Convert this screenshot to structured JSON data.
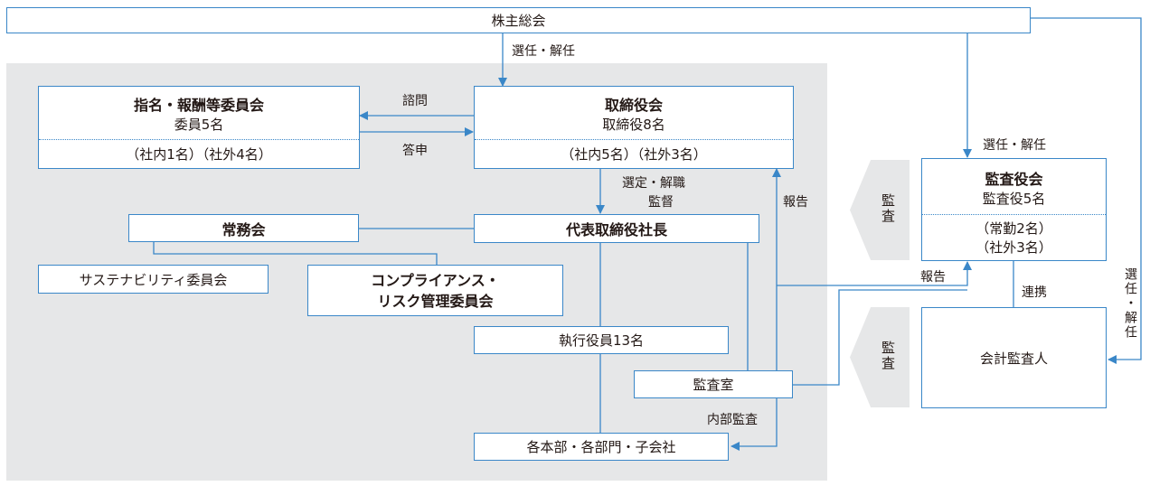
{
  "nodes": {
    "shareholders": "株主総会",
    "nomination_committee": {
      "title": "指名・報酬等委員会",
      "members": "委員5名",
      "breakdown": "（社内1名）（社外4名）"
    },
    "board": {
      "title": "取締役会",
      "members": "取締役8名",
      "breakdown": "（社内5名）（社外3名）"
    },
    "audit_board": {
      "title": "監査役会",
      "members": "監査役5名",
      "breakdown_1": "（常勤2名）",
      "breakdown_2": "（社外3名）"
    },
    "executive_council": "常務会",
    "president": "代表取締役社長",
    "sustainability_committee": "サステナビリティ委員会",
    "compliance_committee_1": "コンプライアンス・",
    "compliance_committee_2": "リスク管理委員会",
    "executive_officers": "執行役員13名",
    "audit_office": "監査室",
    "divisions": "各本部・各部門・子会社",
    "accounting_auditor": "会計監査人"
  },
  "labels": {
    "appoint_dismiss_board": "選任・解任",
    "consult": "諮問",
    "report_back": "答申",
    "select_dismiss": "選定・解職",
    "supervise": "監督",
    "report_to_board": "報告",
    "appoint_dismiss_audit": "選任・解任",
    "report_to_audit": "報告",
    "cooperation": "連携",
    "appoint_dismiss_auditor": "選任・解任",
    "internal_audit": "内部監査",
    "audit_tag_1": "監査",
    "audit_tag_2": "監査"
  },
  "colors": {
    "line": "#3a87c8",
    "panel": "#e6e7e8",
    "text": "#231815"
  }
}
